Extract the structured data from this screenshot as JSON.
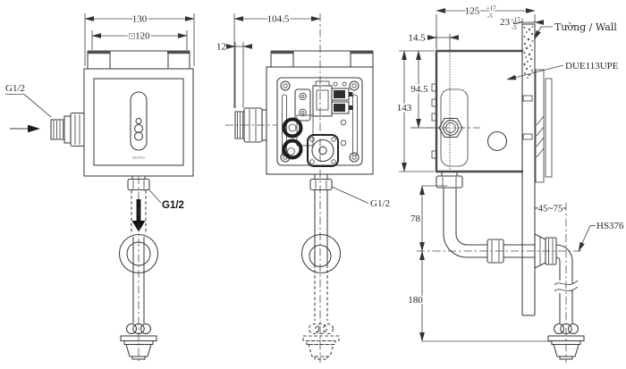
{
  "front_view": {
    "dim_cover_width": "130",
    "dim_box_width": "□120",
    "inlet_label": "G1/2",
    "outlet_label": "G1/2",
    "brand_logo": "TOTO"
  },
  "internal_view": {
    "dim_width": "104.5",
    "dim_inlet_depth": "12",
    "outlet_label": "G1/2"
  },
  "side_view": {
    "dim_wall_distance": "125",
    "dim_wall_distance_tol_plus": "+17",
    "dim_wall_distance_tol_minus": "-5",
    "dim_wall_thickness": "23",
    "dim_wall_thickness_tol_plus": "+17",
    "dim_wall_thickness_tol_minus": "-5",
    "dim_rail_offset": "14.5",
    "dim_inlet_height": "94.5",
    "dim_body_height": "143",
    "dim_outlet_drop": "78",
    "dim_spud_drop": "180",
    "dim_pipe_offset": "45~75",
    "wall_label": "Tường / Wall",
    "model_label": "DUE113UPE",
    "pipe_label": "HS376"
  }
}
